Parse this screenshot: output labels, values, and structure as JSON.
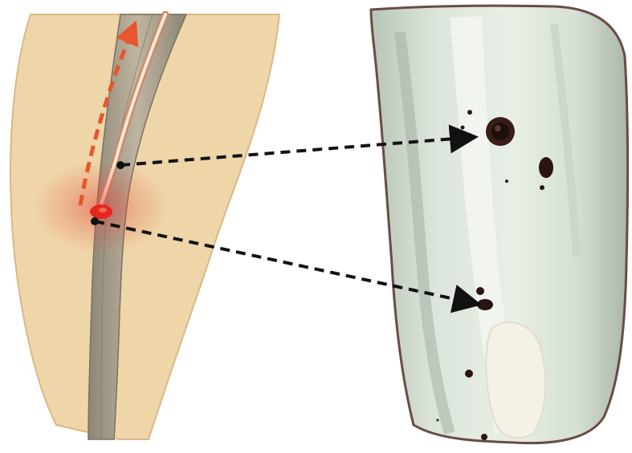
{
  "figure": {
    "panels": [
      {
        "id": "left",
        "content": "root-canal-illustration"
      },
      {
        "id": "right",
        "content": "cleared-tooth-specimen"
      }
    ],
    "colors": {
      "dentin": "#EFD6A8",
      "dentin_edge": "#D9B887",
      "canal_wall": "#8E8676",
      "canal_fill": "#B7AE98",
      "file_core": "#F6E7D8",
      "file_edge": "#C98B6A",
      "heat_glow": "#E2453A",
      "heat_core": "#E5271E",
      "flow_arrow": "#E8552F",
      "connector_arrow": "#111111",
      "specimen_body": "#D3DDD2",
      "specimen_edge": "#6A4B46",
      "specimen_canal": "#F3F6F1",
      "stain_dark": "#2A1412"
    },
    "connectors": [
      {
        "from": "upper-point",
        "to": "upper-lesion"
      },
      {
        "from": "lower-point",
        "to": "lower-lesion"
      }
    ]
  }
}
